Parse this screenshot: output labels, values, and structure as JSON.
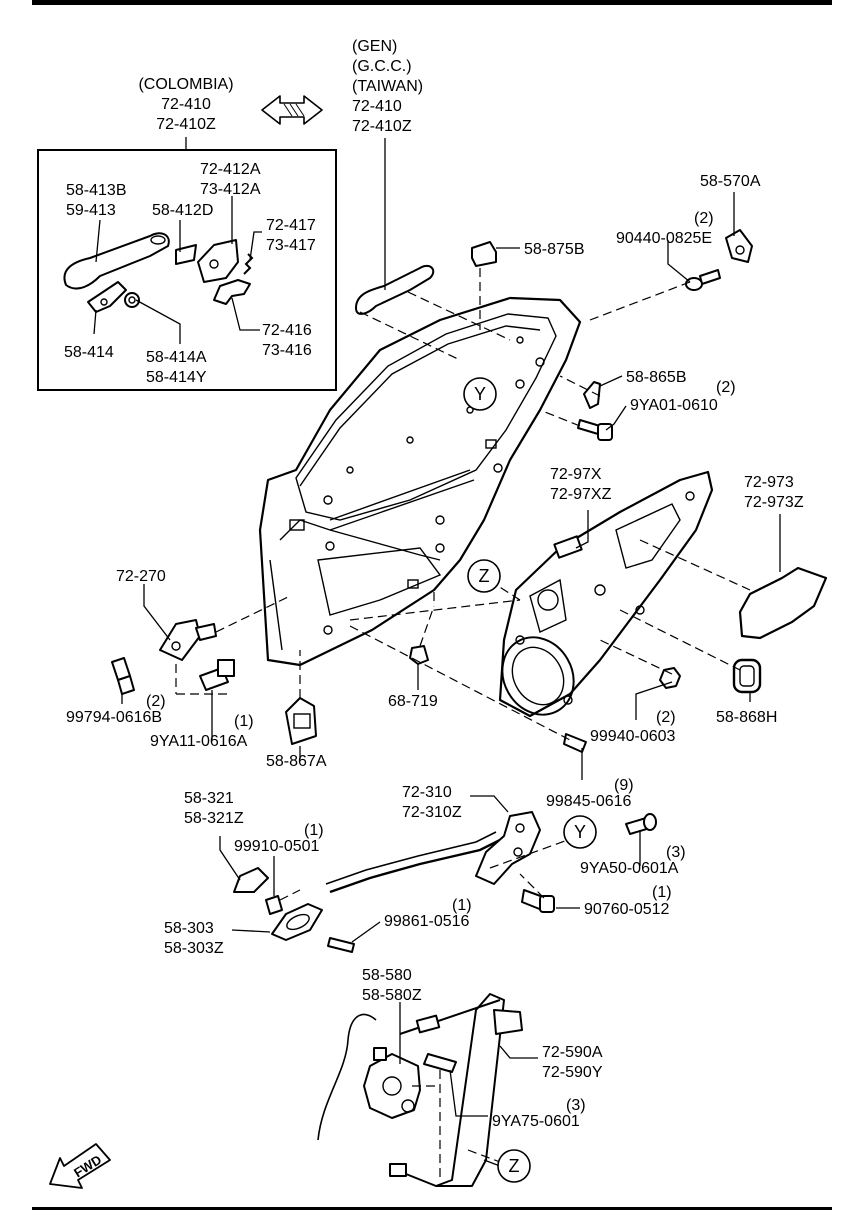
{
  "variants": {
    "colombia": [
      "(COLOMBIA)",
      "72-410",
      "72-410Z"
    ],
    "gen": [
      "(GEN)",
      "(G.C.C.)",
      "(TAIWAN)",
      "72-410",
      "72-410Z"
    ]
  },
  "labels": {
    "p58413b": [
      "58-413B",
      "59-413"
    ],
    "p72412a": [
      "72-412A",
      "73-412A"
    ],
    "p58412d": [
      "58-412D"
    ],
    "p72417": [
      "72-417",
      "73-417"
    ],
    "p58414": [
      "58-414"
    ],
    "p58414a": [
      "58-414A",
      "58-414Y"
    ],
    "p72416": [
      "72-416",
      "73-416"
    ],
    "p58570a": [
      "58-570A"
    ],
    "p90440": [
      "(2)",
      "90440-0825E"
    ],
    "p58875b": [
      "58-875B"
    ],
    "p58865b": [
      "58-865B"
    ],
    "p9ya01": [
      "(2)",
      "9YA01-0610"
    ],
    "p7297x": [
      "72-97X",
      "72-97XZ"
    ],
    "p72973": [
      "72-973",
      "72-973Z"
    ],
    "p72270": [
      "72-270"
    ],
    "p99794": [
      "99794-0616B",
      "(2)"
    ],
    "p9ya11": [
      "(1)",
      "9YA11-0616A"
    ],
    "p68719": [
      "68-719"
    ],
    "p58867a": [
      "58-867A"
    ],
    "p99940": [
      "(2)",
      "99940-0603"
    ],
    "p58868h": [
      "58-868H"
    ],
    "p99845": [
      "(9)",
      "99845-0616"
    ],
    "p58321": [
      "58-321",
      "58-321Z"
    ],
    "p99910": [
      "(1)",
      "99910-0501"
    ],
    "p72310": [
      "72-310",
      "72-310Z"
    ],
    "p9ya50": [
      "(3)",
      "9YA50-0601A"
    ],
    "p90760": [
      "(1)",
      "90760-0512"
    ],
    "p58303": [
      "58-303",
      "58-303Z"
    ],
    "p99861": [
      "(1)",
      "99861-0516"
    ],
    "p58580": [
      "58-580",
      "58-580Z"
    ],
    "p72590a": [
      "72-590A",
      "72-590Y"
    ],
    "p9ya75": [
      "(3)",
      "9YA75-0601"
    ]
  },
  "markers": {
    "y": "Y",
    "z": "Z"
  },
  "fwd": "FWD"
}
